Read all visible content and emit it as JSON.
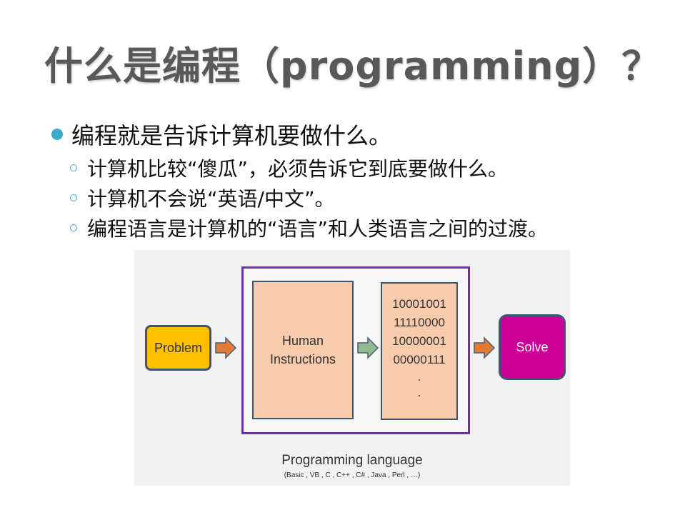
{
  "slide": {
    "title": "什么是编程（programming）？",
    "main_bullet": "编程就是告诉计算机要做什么。",
    "sub_bullets": [
      "计算机比较“傻瓜”，必须告诉它到底要做什么。",
      "计算机不会说“英语/中文”。",
      "编程语言是计算机的“语言”和人类语言之间的过渡。"
    ]
  },
  "diagram": {
    "problem": "Problem",
    "human_line1": "Human",
    "human_line2": "Instructions",
    "binary": [
      "10001001",
      "11110000",
      "10000001",
      "00000111",
      ".",
      "."
    ],
    "solve": "Solve",
    "caption": "Programming language",
    "sub_caption": "(Basic , VB , C , C++ , C# , Java , Perl , …)",
    "colors": {
      "problem_fill": "#ffc000",
      "box_fill": "#f8cbad",
      "solve_fill": "#cc0099",
      "frame_border": "#7030a0",
      "arrow_orange": "#e07b39",
      "arrow_green": "#8fbc8f"
    }
  }
}
